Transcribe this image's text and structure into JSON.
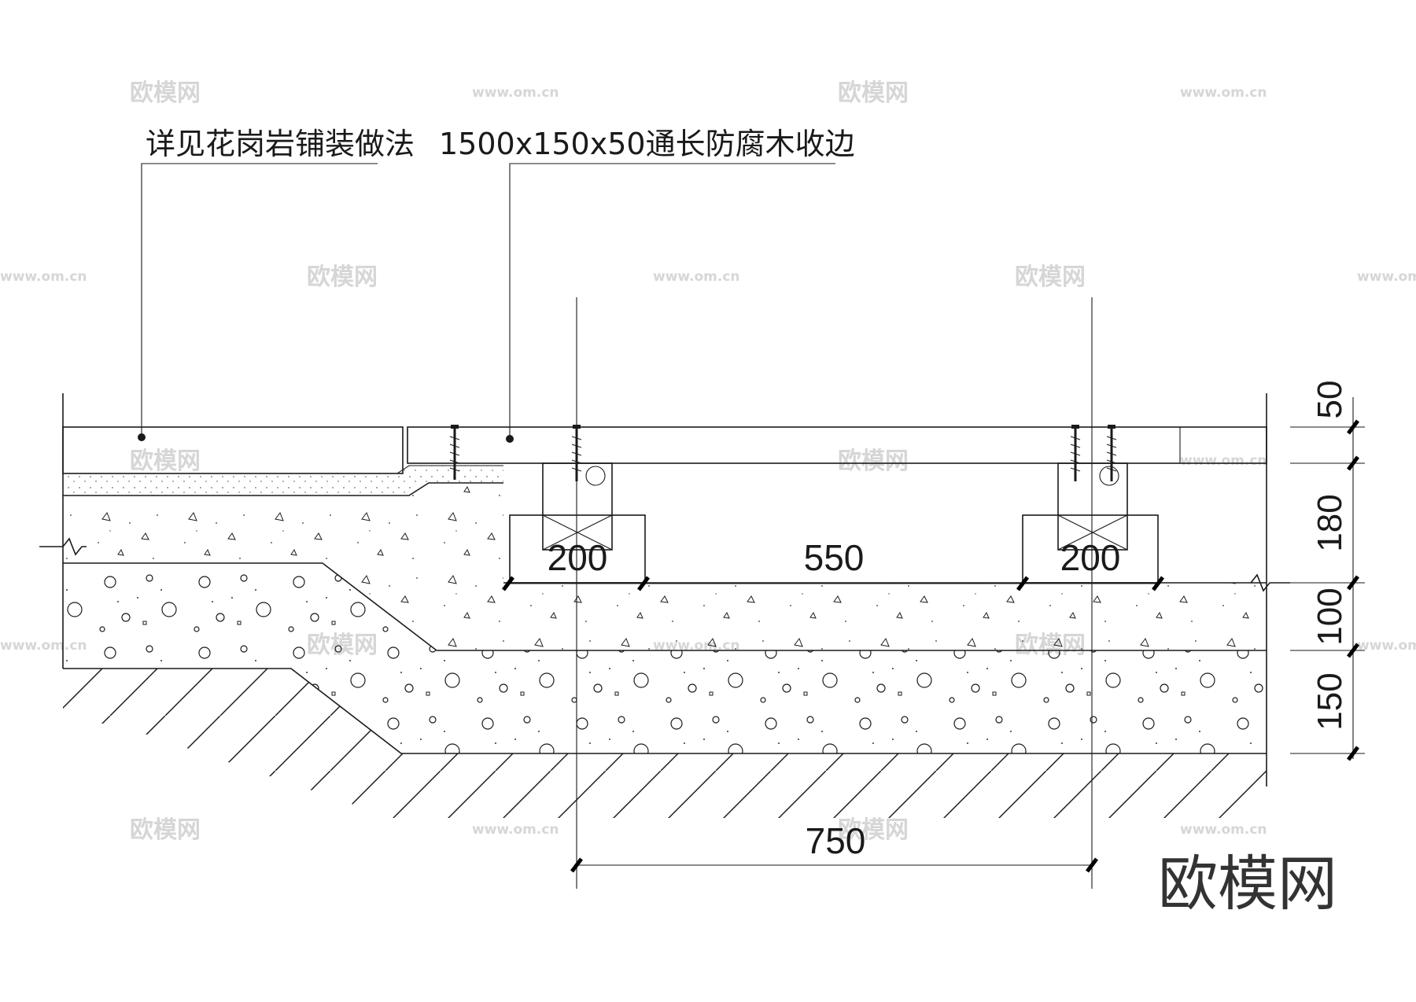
{
  "labels": {
    "granite": "详见花岗岩铺装做法",
    "timber_edge": "1500x150x50通长防腐木收边"
  },
  "dimensions": {
    "d200_left": "200",
    "d550": "550",
    "d200_right": "200",
    "d750": "750",
    "v50": "50",
    "v180": "180",
    "v100": "100",
    "v150": "150"
  },
  "watermark": {
    "logo": "欧模网",
    "site": "www.om.cn"
  }
}
